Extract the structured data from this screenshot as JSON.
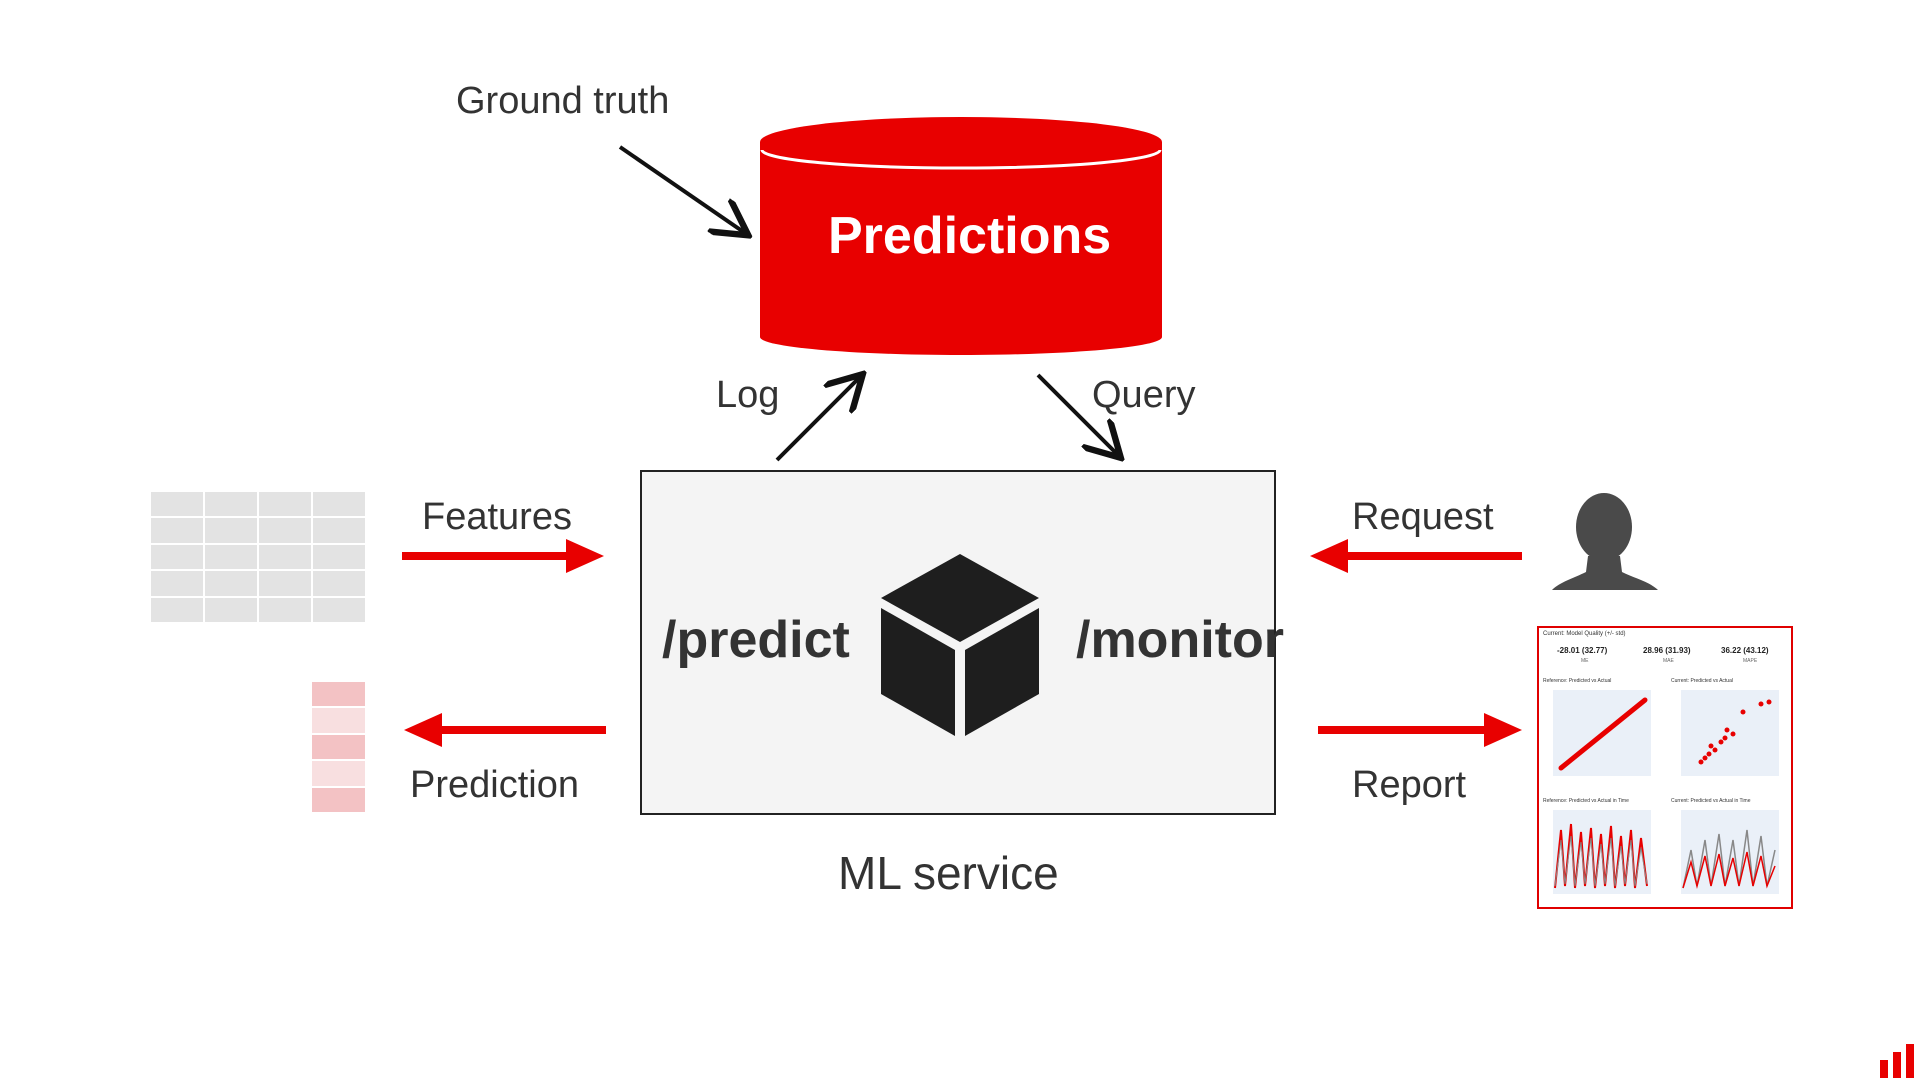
{
  "labels": {
    "ground_truth": "Ground truth",
    "predictions_db": "Predictions",
    "log": "Log",
    "query": "Query",
    "features": "Features",
    "prediction": "Prediction",
    "request": "Request",
    "report": "Report",
    "predict_endpoint": "/predict",
    "monitor_endpoint": "/monitor",
    "ml_service": "ML service"
  },
  "report_thumbnail": {
    "header": "Current: Model Quality (+/- std)",
    "metrics": [
      {
        "value": "-28.01 (32.77)",
        "label": "ME"
      },
      {
        "value": "28.96 (31.93)",
        "label": "MAE"
      },
      {
        "value": "36.22 (43.12)",
        "label": "MAPE"
      }
    ],
    "plot_titles": [
      "Reference: Predicted vs Actual",
      "Current: Predicted vs Actual",
      "Reference: Predicted vs Actual in Time",
      "Current: Predicted vs Actual in Time"
    ]
  },
  "colors": {
    "accent": "#e80000",
    "arrow_dark": "#111111",
    "feature_cell": "#e3e3e3",
    "prediction_cell": "#f3c2c4",
    "service_bg": "#f4f4f4"
  },
  "icons": {
    "database": "cylinder-database-icon",
    "model": "cube-icon",
    "user": "user-silhouette-icon",
    "logo": "bar-chart-logo-icon"
  }
}
